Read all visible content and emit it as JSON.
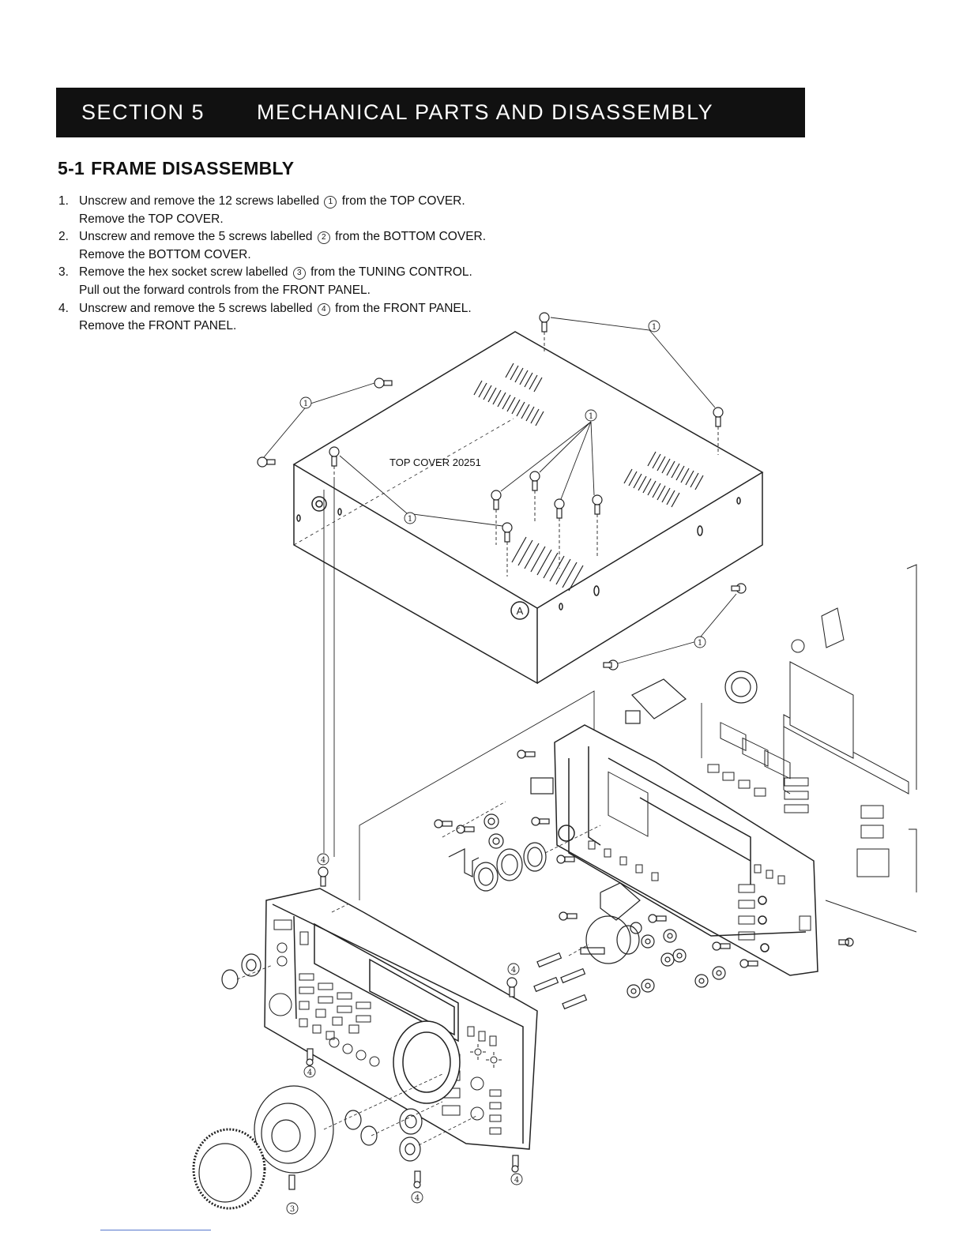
{
  "header": {
    "section_label": "SECTION  5",
    "section_title": "MECHANICAL PARTS AND DISASSEMBLY"
  },
  "subsection": {
    "number": "5-1",
    "title": "FRAME DISASSEMBLY"
  },
  "steps": [
    {
      "num": "1.",
      "a": "Unscrew and remove the 12 screws labelled",
      "mark": "1",
      "b": "from the TOP COVER.",
      "line2": "Remove the TOP COVER."
    },
    {
      "num": "2.",
      "a": "Unscrew and remove the 5 screws labelled",
      "mark": "2",
      "b": "from the BOTTOM COVER.",
      "line2": "Remove the BOTTOM COVER."
    },
    {
      "num": "3.",
      "a": "Remove the hex socket screw labelled",
      "mark": "3",
      "b": "from the TUNING CONTROL.",
      "line2": "Pull out the forward controls from the FRONT PANEL."
    },
    {
      "num": "4.",
      "a": "Unscrew and remove the 5 screws labelled",
      "mark": "4",
      "b": "from the FRONT PANEL.",
      "line2": "Remove the FRONT PANEL."
    }
  ],
  "diagram": {
    "top_cover_label": "TOP COVER 20251",
    "marker_a": "A",
    "callout_1": "1",
    "callout_3": "3",
    "callout_4": "4"
  }
}
